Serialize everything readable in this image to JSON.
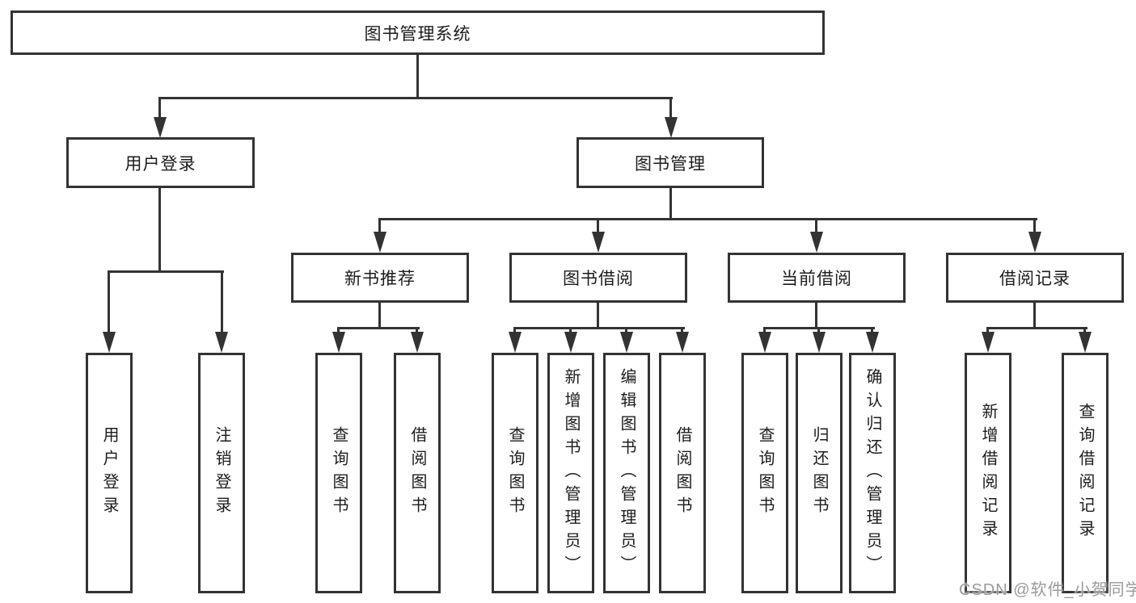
{
  "tree": {
    "root": {
      "label": "图书管理系统"
    },
    "branches": [
      {
        "label": "用户登录",
        "children": [
          {
            "label": "用户登录"
          },
          {
            "label": "注销登录"
          }
        ]
      },
      {
        "label": "图书管理",
        "children": [
          {
            "label": "新书推荐",
            "children": [
              {
                "label": "查询图书"
              },
              {
                "label": "借阅图书"
              }
            ]
          },
          {
            "label": "图书借阅",
            "children": [
              {
                "label": "查询图书"
              },
              {
                "label": "新增图书（管理员）"
              },
              {
                "label": "编辑图书（管理员）"
              },
              {
                "label": "借阅图书"
              }
            ]
          },
          {
            "label": "当前借阅",
            "children": [
              {
                "label": "查询图书"
              },
              {
                "label": "归还图书"
              },
              {
                "label": "确认归还（管理员）"
              }
            ]
          },
          {
            "label": "借阅记录",
            "children": [
              {
                "label": "新增借阅记录"
              },
              {
                "label": "查询借阅记录"
              }
            ]
          }
        ]
      }
    ]
  },
  "watermark": {
    "text": "CSDN @软件_小贺同学"
  },
  "colors": {
    "line": "#333333",
    "text": "#1c1c1c",
    "background": "#ffffff",
    "watermark": "#9b9b9b"
  }
}
